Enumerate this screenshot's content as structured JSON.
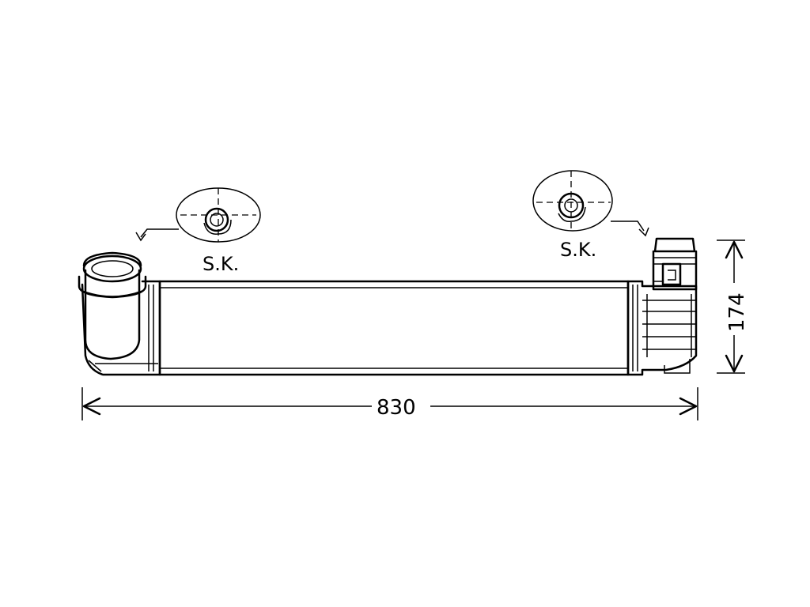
{
  "labels": {
    "left_detail": "S.K.",
    "right_detail": "S.K."
  },
  "dimensions": {
    "width": "830",
    "height": "174"
  }
}
